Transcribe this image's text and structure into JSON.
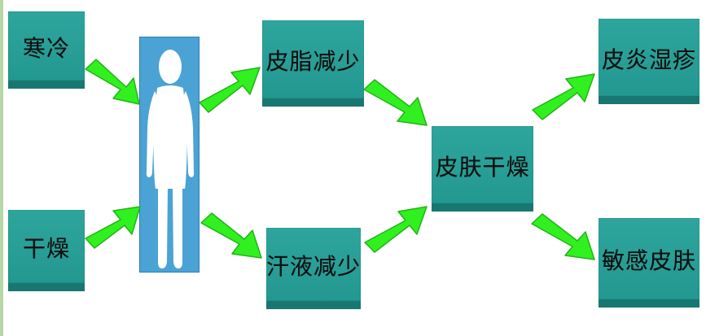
{
  "causes": {
    "cold": "寒冷",
    "dry": "干燥"
  },
  "mechanisms": {
    "sebum_decrease": "皮脂减少",
    "sweat_decrease": "汗液减少"
  },
  "center": {
    "skin_dry": "皮肤干燥"
  },
  "outcomes": {
    "dermatitis_eczema": "皮炎湿疹",
    "sensitive_skin": "敏感皮肤"
  },
  "icons": {
    "person": "person-icon",
    "arrow": "arrow-right-icon"
  },
  "colors": {
    "box": "#2aa198",
    "box_shadow": "#187771",
    "person_card": "#4aa3d4",
    "arrow": "#31f01f"
  }
}
